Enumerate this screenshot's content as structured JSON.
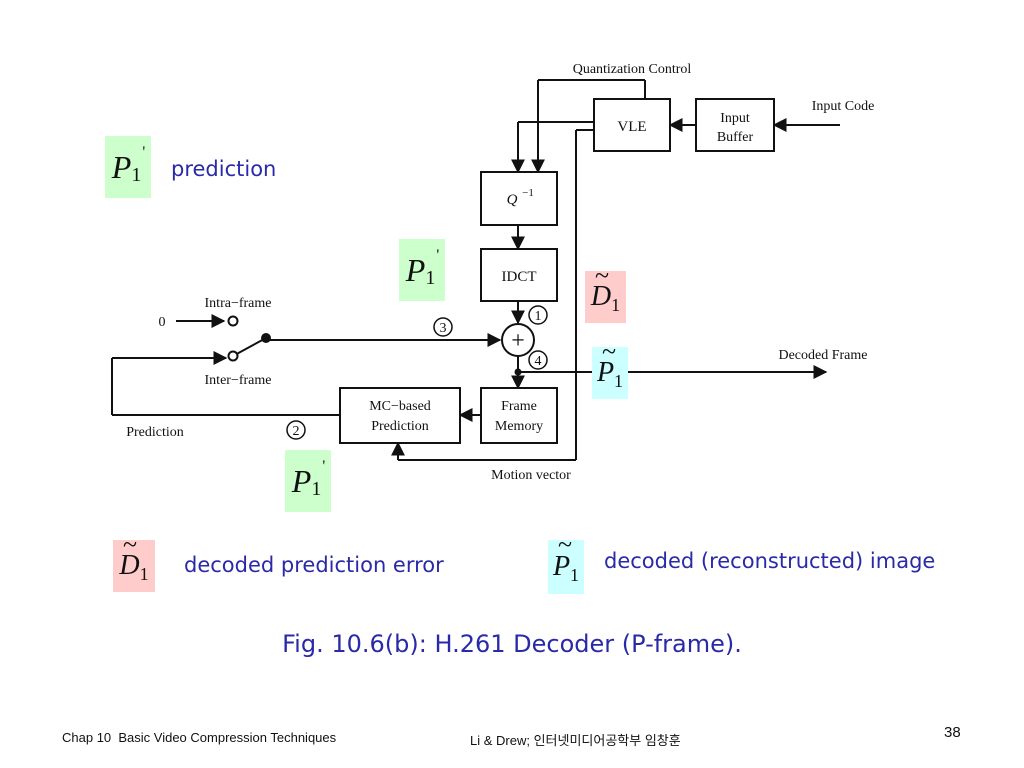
{
  "diagram": {
    "quantization_control": "Quantization Control",
    "input_code": "Input Code",
    "vle": "VLE",
    "input_buffer_line1": "Input",
    "input_buffer_line2": "Buffer",
    "q_inverse": "Q",
    "q_inverse_exp": "−1",
    "idct": "IDCT",
    "intra_frame": "Intra−frame",
    "inter_frame": "Inter−frame",
    "zero": "0",
    "plus": "+",
    "decoded_frame": "Decoded Frame",
    "mc_line1": "MC−based",
    "mc_line2": "Prediction",
    "fm_line1": "Frame",
    "fm_line2": "Memory",
    "prediction": "Prediction",
    "motion_vector": "Motion vector",
    "circle_1": "1",
    "circle_2": "2",
    "circle_3": "3",
    "circle_4": "4"
  },
  "symbols": {
    "p": "P",
    "d": "D",
    "sub": "1",
    "prime": "'",
    "tilde": "~"
  },
  "labels": {
    "prediction": "prediction",
    "decoded_prediction_error": "decoded prediction error",
    "decoded_image": "decoded (reconstructed) image"
  },
  "caption": "Fig. 10.6(b): H.261 Decoder (P-frame).",
  "footer": {
    "left": "Chap 10  Basic Video Compression Techniques",
    "center": "Li & Drew; 인터넷미디어공학부 임창훈",
    "page_number": "38"
  },
  "colors": {
    "badge_green": "#ccffcc",
    "badge_pink": "#ffcccc",
    "badge_cyan": "#ccffff",
    "text_blue": "#2a2aa8"
  }
}
